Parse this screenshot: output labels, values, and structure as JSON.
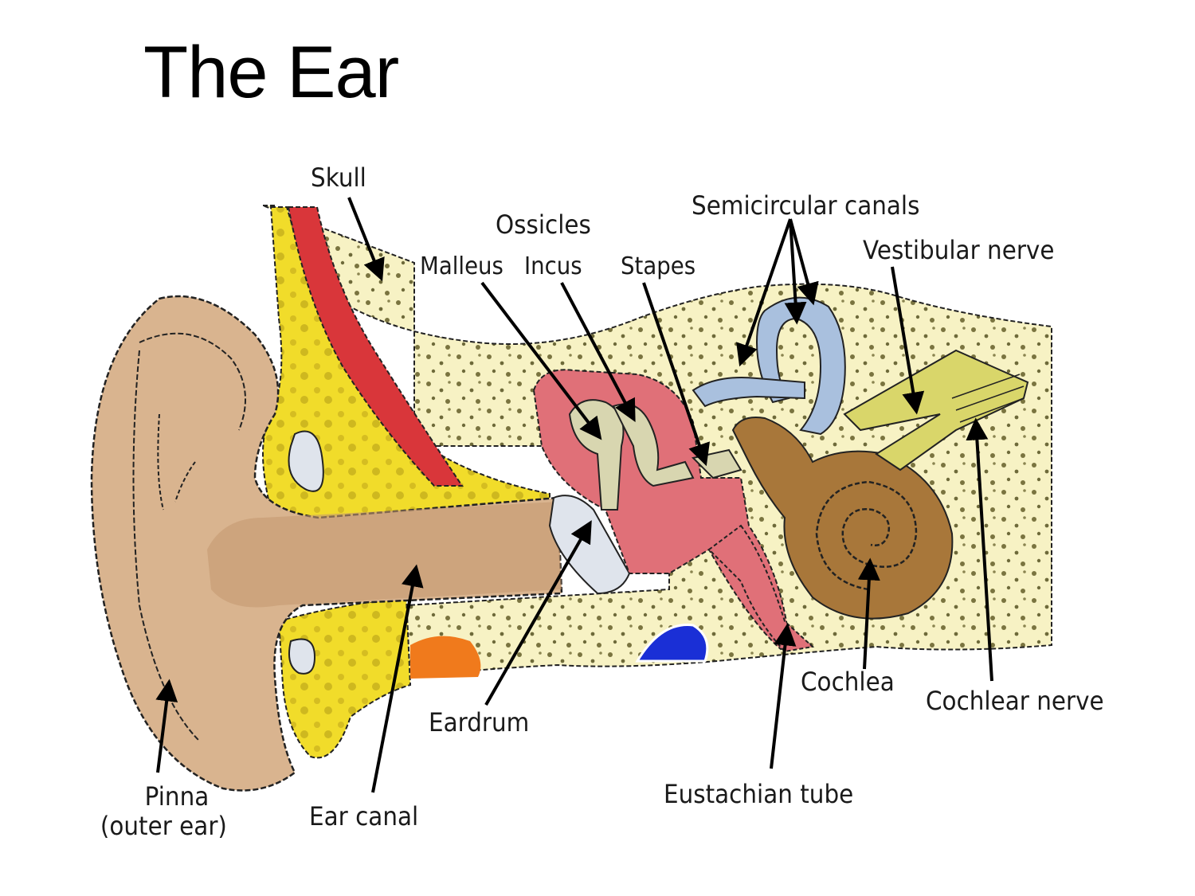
{
  "title": "The Ear",
  "colors": {
    "skin": "#d9b48f",
    "skin_shade": "#c49a72",
    "bone": "#f7f2c4",
    "bone_dots": "#6e6a3a",
    "marrow_yellow": "#f1dc2a",
    "muscle_red": "#d9363a",
    "middle_ear_pink": "#e07078",
    "ossicle": "#d8d6b0",
    "semicircular_blue": "#a9c0de",
    "cochlea_brown": "#a8773a",
    "nerve_green": "#d9d66a",
    "eardrum_grey": "#dfe4ec",
    "vessel_blue": "#1a2fd6",
    "gland_orange": "#f07a1c"
  },
  "labels": {
    "skull": "Skull",
    "ossicles": "Ossicles",
    "malleus": "Malleus",
    "incus": "Incus",
    "stapes": "Stapes",
    "semicircular_canals": "Semicircular canals",
    "vestibular_nerve": "Vestibular nerve",
    "cochlea": "Cochlea",
    "cochlear_nerve": "Cochlear nerve",
    "eustachian_tube": "Eustachian tube",
    "eardrum": "Eardrum",
    "ear_canal": "Ear canal",
    "pinna_line1": "Pinna",
    "pinna_line2": "(outer ear)"
  }
}
